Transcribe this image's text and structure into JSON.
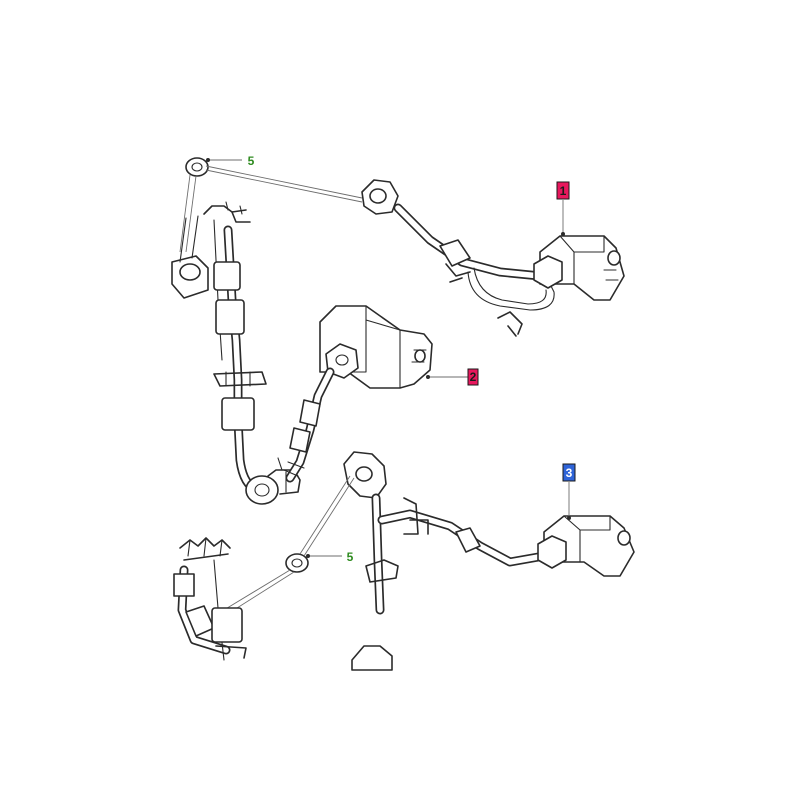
{
  "callouts": [
    {
      "id": "c1",
      "label": "1",
      "bg": "#e8175d",
      "fg": "#1a1a1a",
      "border": "#1a1a1a"
    },
    {
      "id": "c2",
      "label": "2",
      "bg": "#e8175d",
      "fg": "#1a1a1a",
      "border": "#1a1a1a"
    },
    {
      "id": "c3",
      "label": "3",
      "bg": "#2f64d8",
      "fg": "#ffffff",
      "border": "#1a1a1a"
    },
    {
      "id": "c5a",
      "label": "5",
      "bg": "",
      "fg": "#2e8b1f",
      "border": ""
    },
    {
      "id": "c5b",
      "label": "5",
      "bg": "",
      "fg": "#2e8b1f",
      "border": ""
    }
  ]
}
